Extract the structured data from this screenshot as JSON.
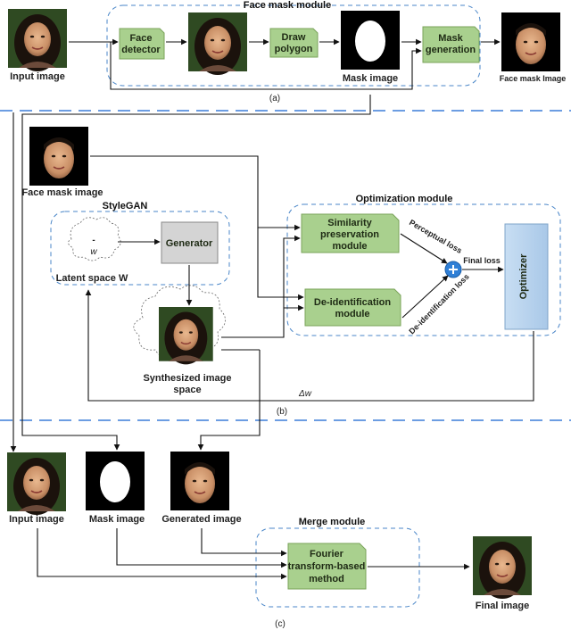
{
  "section_a": {
    "module_title": "Face mask module",
    "input_label": "Input image",
    "face_detector": [
      "Face",
      "detector"
    ],
    "draw_polygon": [
      "Draw",
      "polygon"
    ],
    "mask_generation": [
      "Mask",
      "generation"
    ],
    "mask_image_label": "Mask image",
    "face_mask_label": "Face mask Image",
    "caption": "(a)"
  },
  "section_b": {
    "face_mask_label": "Face mask image",
    "stylegan_title": "StyleGAN",
    "latent_symbol": "w",
    "latent_label": "Latent space W",
    "generator": "Generator",
    "synth_label": [
      "Synthesized image",
      "space"
    ],
    "opt_title": "Optimization module",
    "similarity": [
      "Similarity",
      "preservation",
      "module"
    ],
    "deid": [
      "De-identification",
      "module"
    ],
    "perceptual_loss": "Perceptual loss",
    "deid_loss": "De-identification loss",
    "final_loss": "Final loss",
    "optimizer": "Optimizer",
    "delta_w": "Δw",
    "caption": "(b)"
  },
  "section_c": {
    "input_label": "Input image",
    "mask_label": "Mask image",
    "generated_label": "Generated image",
    "merge_title": "Merge module",
    "fourier": [
      "Fourier",
      "transform-based",
      "method"
    ],
    "final_label": "Final image",
    "caption": "(c)"
  },
  "colors": {
    "green_box": "#a9d08e",
    "generator_box": "#d4d4d4",
    "optimizer_box": "#bcd6ee",
    "separator": "#3b7dd8",
    "module_border": "#4a86c8",
    "sum_node": "#2f7fd6"
  }
}
